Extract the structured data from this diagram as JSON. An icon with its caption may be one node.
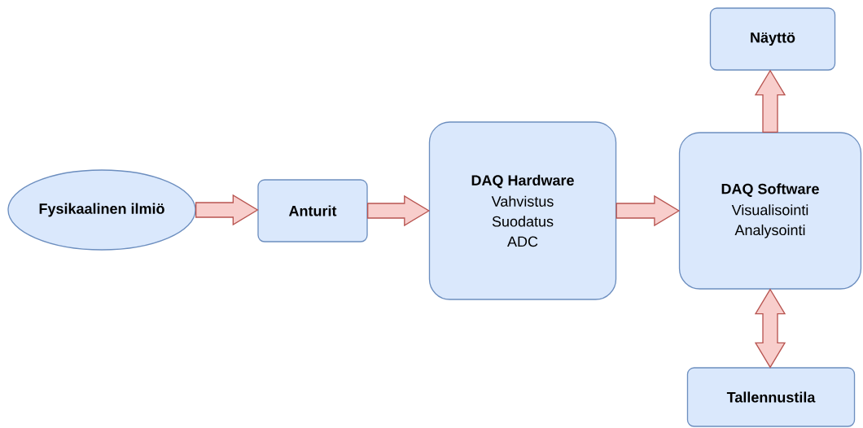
{
  "diagram": {
    "nodes": [
      {
        "text": [
          "Fysikaalinen ilmiö"
        ]
      },
      {
        "text": [
          "Anturit"
        ]
      },
      {
        "text": [
          "DAQ Hardware",
          "Vahvistus Suodatus ADC"
        ]
      },
      {
        "text": [
          "DAQ Software",
          "Visualisointi Analysointi"
        ]
      },
      {
        "text": [
          "Näyttö"
        ]
      },
      {
        "text": [
          "Tallennustila"
        ]
      }
    ],
    "edges": [
      {
        "from": 0,
        "to": 1,
        "arrow": "to"
      },
      {
        "from": 1,
        "to": 2,
        "arrow": "to"
      },
      {
        "from": 2,
        "to": 3,
        "arrow": "to"
      },
      {
        "from": 3,
        "to": 4,
        "arrow": "to"
      },
      {
        "from": 3,
        "to": 5,
        "arrow": "both"
      }
    ]
  }
}
